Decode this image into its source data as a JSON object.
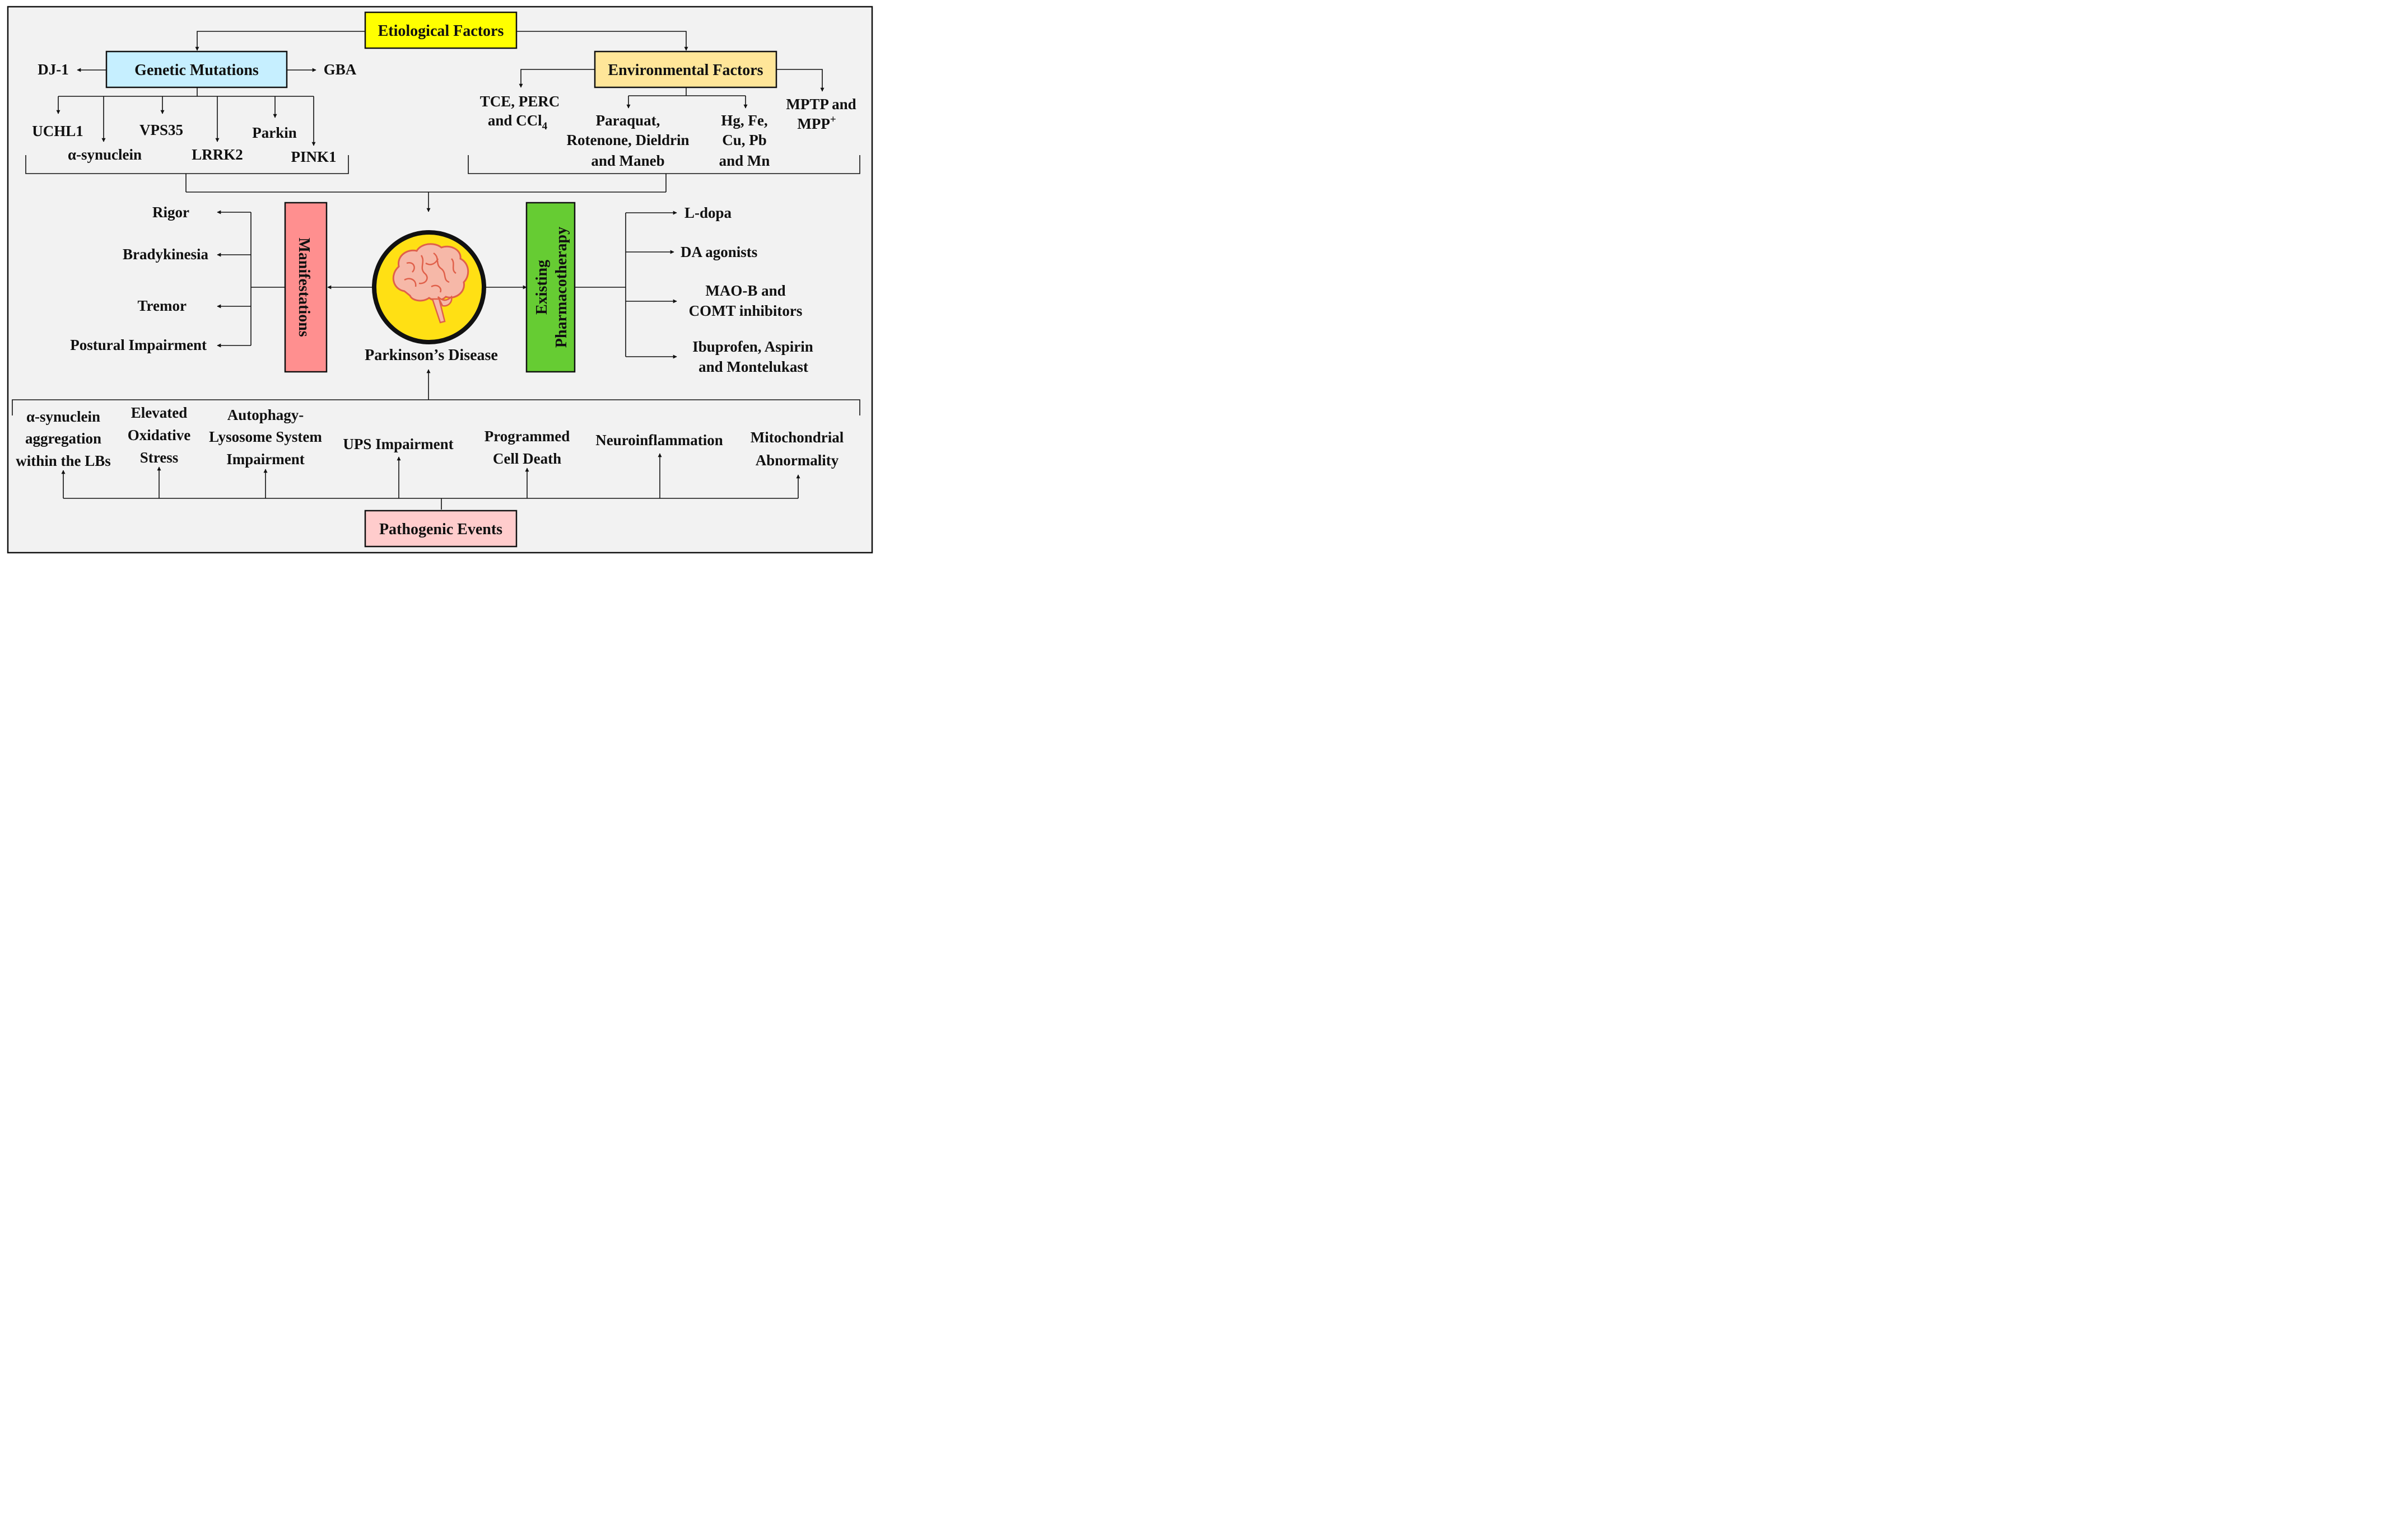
{
  "colors": {
    "background": "#f2f2f2",
    "etiological": "#ffff00",
    "genetic": "#c6efff",
    "environmental": "#ffe699",
    "manifestations": "#ff8f8f",
    "pharmacotherapy": "#66cc33",
    "pathogenic": "#ffcccc",
    "brain_circle": "#ffe014"
  },
  "etiological": {
    "label": "Etiological Factors"
  },
  "genetic": {
    "label": "Genetic Mutations",
    "left_item": "DJ-1",
    "right_item": "GBA",
    "items": [
      "UCHL1",
      "α-synuclein",
      "VPS35",
      "LRRK2",
      "Parkin",
      "PINK1"
    ]
  },
  "environmental": {
    "label": "Environmental Factors",
    "tce_line1": "TCE, PERC",
    "tce_line2": "and CCl",
    "tce_sub": "4",
    "paraquat": [
      "Paraquat,",
      "Rotenone, Dieldrin",
      "and Maneb"
    ],
    "metals": [
      "Hg, Fe,",
      "Cu, Pb",
      "and Mn"
    ],
    "mptp_line1": "MPTP and",
    "mptp_line2": "MPP",
    "mptp_sup": "+"
  },
  "center": {
    "label": "Parkinson’s Disease",
    "icon": "brain-icon"
  },
  "manifestations": {
    "label": "Manifestations",
    "items": [
      "Rigor",
      "Bradykinesia",
      "Tremor",
      "Postural Impairment"
    ]
  },
  "pharmacotherapy": {
    "label_line1": "Existing",
    "label_line2": "Pharmacotherapy",
    "items": [
      [
        "L-dopa"
      ],
      [
        "DA agonists"
      ],
      [
        "MAO-B and",
        "COMT inhibitors"
      ],
      [
        "Ibuprofen, Aspirin",
        "and Montelukast"
      ]
    ]
  },
  "pathogenic": {
    "label": "Pathogenic Events",
    "items": [
      [
        "α-synuclein",
        "aggregation",
        "within the LBs"
      ],
      [
        "Elevated",
        "Oxidative",
        "Stress"
      ],
      [
        "Autophagy-",
        "Lysosome System",
        "Impairment"
      ],
      [
        "UPS Impairment"
      ],
      [
        "Programmed",
        "Cell Death"
      ],
      [
        "Neuroinflammation"
      ],
      [
        "Mitochondrial",
        "Abnormality"
      ]
    ]
  }
}
